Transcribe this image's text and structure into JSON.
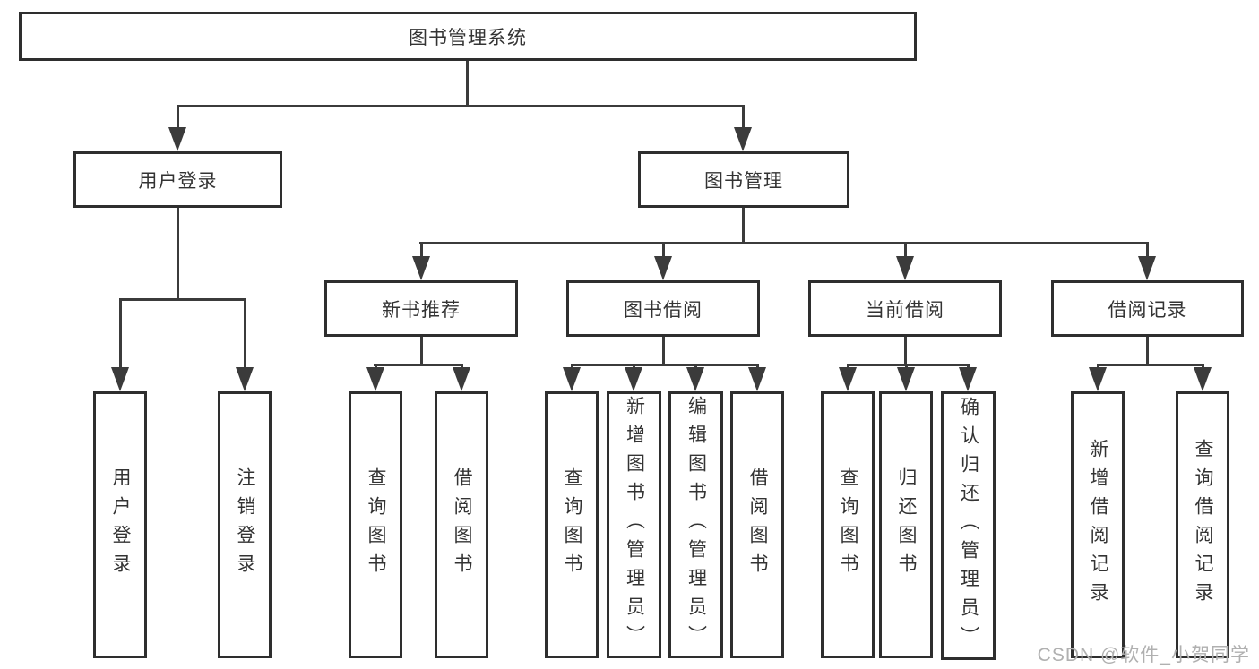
{
  "colors": {
    "line": "#3b3b3b",
    "box_border": "#2e2e2e",
    "text": "#333333",
    "watermark": "#b0b0b0",
    "background": "#ffffff"
  },
  "diagram": {
    "type": "hierarchy-tree",
    "root": {
      "label": "图书管理系统"
    },
    "branches": [
      {
        "label": "用户登录",
        "children": [
          {
            "label": "用户登录"
          },
          {
            "label": "注销登录"
          }
        ]
      },
      {
        "label": "图书管理",
        "children": [
          {
            "label": "新书推荐",
            "children": [
              {
                "label": "查询图书"
              },
              {
                "label": "借阅图书"
              }
            ]
          },
          {
            "label": "图书借阅",
            "children": [
              {
                "label": "查询图书"
              },
              {
                "label": "新增图书（管理员）"
              },
              {
                "label": "编辑图书（管理员）"
              },
              {
                "label": "借阅图书"
              }
            ]
          },
          {
            "label": "当前借阅",
            "children": [
              {
                "label": "查询图书"
              },
              {
                "label": "归还图书"
              },
              {
                "label": "确认归还（管理员）"
              }
            ]
          },
          {
            "label": "借阅记录",
            "children": [
              {
                "label": "新增借阅记录"
              },
              {
                "label": "查询借阅记录"
              }
            ]
          }
        ]
      }
    ]
  },
  "watermark": {
    "text": "CSDN @软件_小贺同学"
  }
}
